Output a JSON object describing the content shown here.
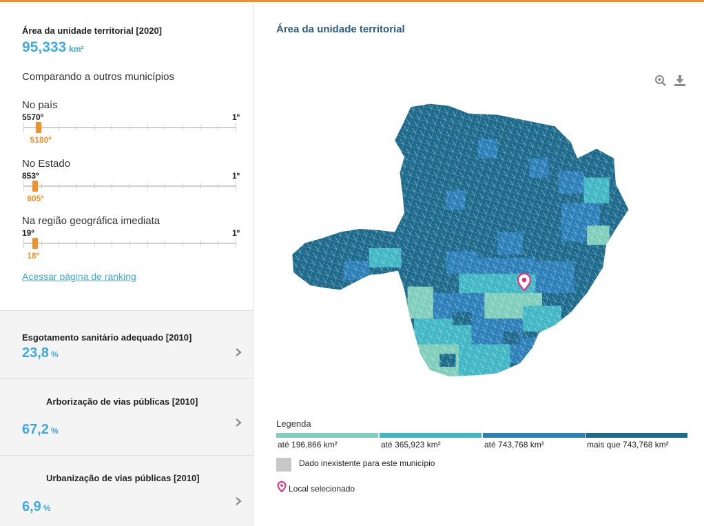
{
  "colors": {
    "accent_orange": "#f0922b",
    "value_blue": "#3eaae0",
    "title_blue": "#2c5d7c",
    "legend_1": "#7fcdbb",
    "legend_2": "#41b6c4",
    "legend_3": "#2c7fb8",
    "legend_4": "#1d6a8c",
    "no_data": "#c8c8c8",
    "selected_pin": "#e6277a"
  },
  "main_metric": {
    "title": "Área da unidade territorial [2020]",
    "value": "95,333",
    "unit": "km²"
  },
  "compare": {
    "title": "Comparando a outros municípios",
    "rankings": [
      {
        "label": "No país",
        "min": "5570º",
        "max": "1º",
        "position": "5180º",
        "fraction": 0.07
      },
      {
        "label": "No Estado",
        "min": "853º",
        "max": "1º",
        "position": "805º",
        "fraction": 0.056
      },
      {
        "label": "Na região geográfica imediata",
        "min": "19º",
        "max": "1º",
        "position": "18º",
        "fraction": 0.056
      }
    ],
    "ranking_link": "Acessar página de ranking"
  },
  "side_cards": [
    {
      "title": "Esgotamento sanitário adequado [2010]",
      "value": "23,8",
      "unit": "%"
    },
    {
      "title": "Arborização de vias públicas [2010]",
      "value": "67,2",
      "unit": "%"
    },
    {
      "title": "Urbanização de vias públicas [2010]",
      "value": "6,9",
      "unit": "%"
    }
  ],
  "map": {
    "title": "Área da unidade territorial",
    "tools": [
      "zoom-in-icon",
      "download-icon"
    ]
  },
  "legend": {
    "title": "Legenda",
    "items": [
      "até 196,866 km²",
      "até 365,923 km²",
      "até 743,768 km²",
      "mais que 743,768 km²"
    ],
    "no_data": "Dado inexistente para este município",
    "selected": "Local selecionado"
  }
}
